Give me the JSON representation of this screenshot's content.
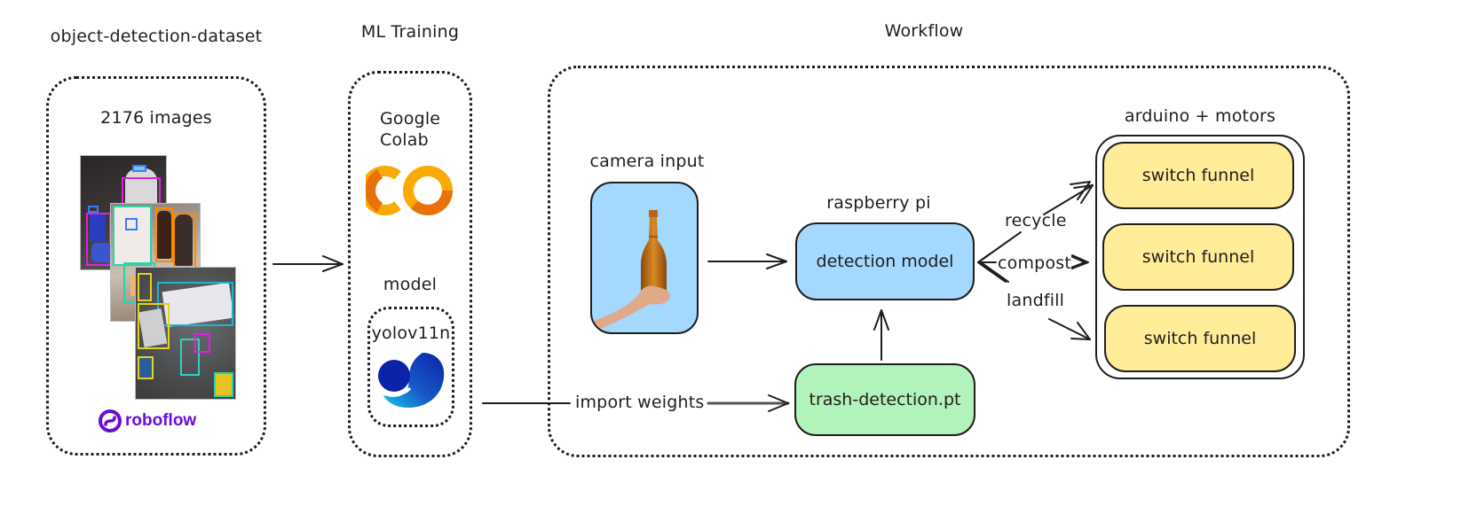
{
  "sections": {
    "dataset": {
      "title": "object-detection-dataset",
      "count_label": "2176 images",
      "provider": "roboflow",
      "provider_icon": "roboflow-logo-icon",
      "brand_color": "#6a0dd9"
    },
    "training": {
      "title": "ML Training",
      "platform": "Google\nColab",
      "platform_line1": "Google",
      "platform_line2": "Colab",
      "platform_icon": "google-colab-logo-icon",
      "model_header": "model",
      "model_name": "yolov11n",
      "model_icon": "ultralytics-logo-icon"
    },
    "workflow": {
      "title": "Workflow",
      "camera": {
        "label": "camera input",
        "icon": "bottle-photo-icon",
        "fill": "#a5d8ff"
      },
      "raspberry_pi": {
        "label": "raspberry pi",
        "node": "detection model",
        "fill": "#a5d8ff"
      },
      "weights": {
        "node": "trash-detection.pt",
        "edge_label": "import weights",
        "fill": "#b2f2bb"
      },
      "outputs": {
        "group_label": "arduino + motors",
        "edges": [
          "recycle",
          "compost",
          "landfill"
        ],
        "funnels": [
          "switch funnel",
          "switch funnel",
          "switch funnel"
        ],
        "fill": "#ffec99"
      }
    }
  },
  "colors": {
    "stroke": "#1e1e1e",
    "colab_light": "#f9ab00",
    "colab_dark": "#e8710a",
    "yolo_dark": "#0b23a9",
    "yolo_light": "#0ec8e8"
  }
}
